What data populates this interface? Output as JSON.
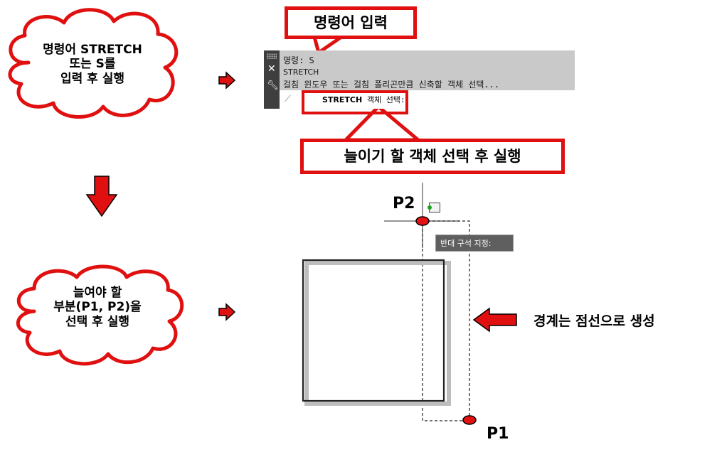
{
  "callouts": {
    "step1": {
      "line1": "명령어 STRETCH",
      "line2": "또는 S를",
      "line3": "입력 후 실행"
    },
    "step2": {
      "line1": "늘여야 할",
      "line2": "부분(P1, P2)을",
      "line3": "선택 후 실행"
    }
  },
  "labels": {
    "command_input": "명령어 입력",
    "select_object": "늘이기 할 객체 선택 후 실행",
    "boundary_note": "경계는 점선으로 생성"
  },
  "command_window": {
    "history": [
      "명령: S",
      "STRETCH",
      "걸침 윈도우 또는 걸침 폴리곤만큼 신축할 객체 선택..."
    ],
    "prompt_keyword": "STRETCH",
    "prompt_text": "객체 선택:"
  },
  "drawing": {
    "tooltip": "반대 구석 지정:",
    "p1_label": "P1",
    "p2_label": "P2"
  },
  "colors": {
    "accent": "#e01010",
    "point_fill": "#e31212",
    "command_bg": "#c9c9c9"
  }
}
